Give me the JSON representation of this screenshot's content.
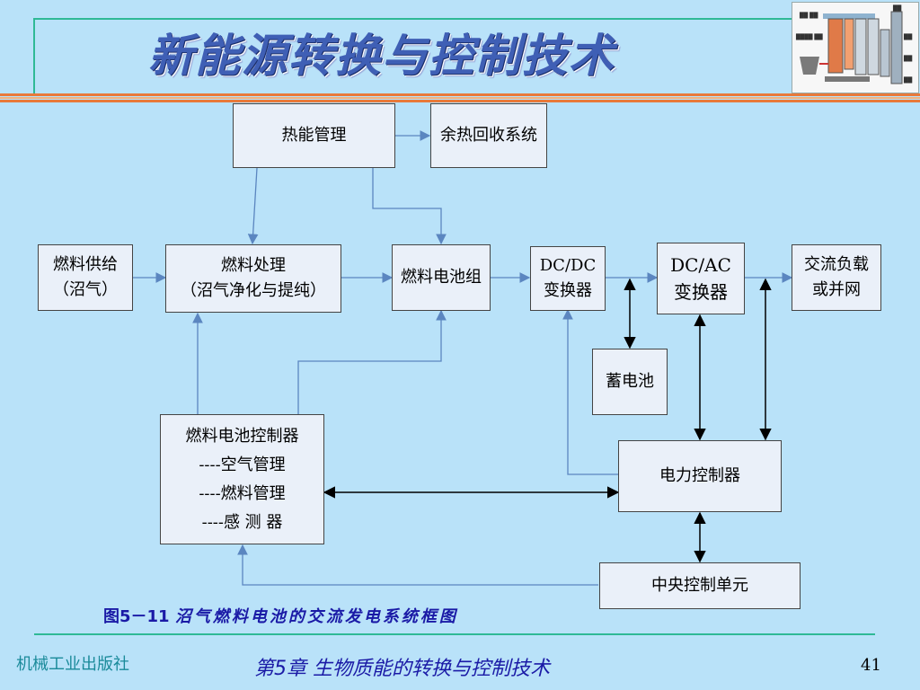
{
  "header": {
    "title": "新能源转换与控制技术"
  },
  "diagram": {
    "nodes": [
      {
        "id": "thermal_mgmt",
        "label": "热能管理"
      },
      {
        "id": "waste_heat",
        "label": "余热回收系统"
      },
      {
        "id": "fuel_supply",
        "label": "燃料供给\n（沼气）"
      },
      {
        "id": "fuel_processing",
        "label": "燃料处理\n（沼气净化与提纯）"
      },
      {
        "id": "fuel_cell_stack",
        "label": "燃料电池组"
      },
      {
        "id": "dcdc",
        "label": "DC/DC\n变换器"
      },
      {
        "id": "dcac",
        "label": "DC/AC\n变换器"
      },
      {
        "id": "ac_load",
        "label": "交流负载\n或并网"
      },
      {
        "id": "battery",
        "label": "蓄电池"
      },
      {
        "id": "fc_controller",
        "label": "燃料电池控制器\n----空气管理\n----燃料管理\n----感 测 器"
      },
      {
        "id": "power_controller",
        "label": "电力控制器"
      },
      {
        "id": "central_control",
        "label": "中央控制单元"
      }
    ],
    "edges": [
      {
        "from": "thermal_mgmt",
        "to": "waste_heat"
      },
      {
        "from": "thermal_mgmt",
        "to": "fuel_processing"
      },
      {
        "from": "thermal_mgmt",
        "to": "fuel_cell_stack"
      },
      {
        "from": "fuel_supply",
        "to": "fuel_processing"
      },
      {
        "from": "fuel_processing",
        "to": "fuel_cell_stack"
      },
      {
        "from": "fuel_cell_stack",
        "to": "dcdc"
      },
      {
        "from": "dcdc",
        "to": "dcac"
      },
      {
        "from": "dcac",
        "to": "ac_load"
      },
      {
        "from": "dcdc",
        "to": "battery",
        "bidirectional": true
      },
      {
        "from": "dcac",
        "to": "power_controller",
        "bidirectional": true
      },
      {
        "from": "ac_load",
        "to": "power_controller",
        "bidirectional": true
      },
      {
        "from": "power_controller",
        "to": "dcdc"
      },
      {
        "from": "fc_controller",
        "to": "power_controller",
        "bidirectional": true
      },
      {
        "from": "power_controller",
        "to": "central_control",
        "bidirectional": true
      },
      {
        "from": "fc_controller",
        "to": "fuel_processing"
      },
      {
        "from": "fc_controller",
        "to": "fuel_cell_stack"
      },
      {
        "from": "central_control",
        "to": "fc_controller"
      }
    ]
  },
  "caption": {
    "figure_number": "图5－11",
    "text": "沼气燃料电池的交流发电系统框图"
  },
  "footer": {
    "publisher": "机械工业出版社",
    "chapter": "第5章  生物质能的转换与控制技术",
    "page": "41"
  },
  "colors": {
    "background": "#b9e2f9",
    "box_fill": "#eaf0f9",
    "flow_arrow": "#5b86c0",
    "accent_line": "#2fb996",
    "band_orange": "#e8793a",
    "title_blue": "#3f5fb5"
  },
  "thumbnail": {
    "icon": "boiler-diagram-icon"
  }
}
